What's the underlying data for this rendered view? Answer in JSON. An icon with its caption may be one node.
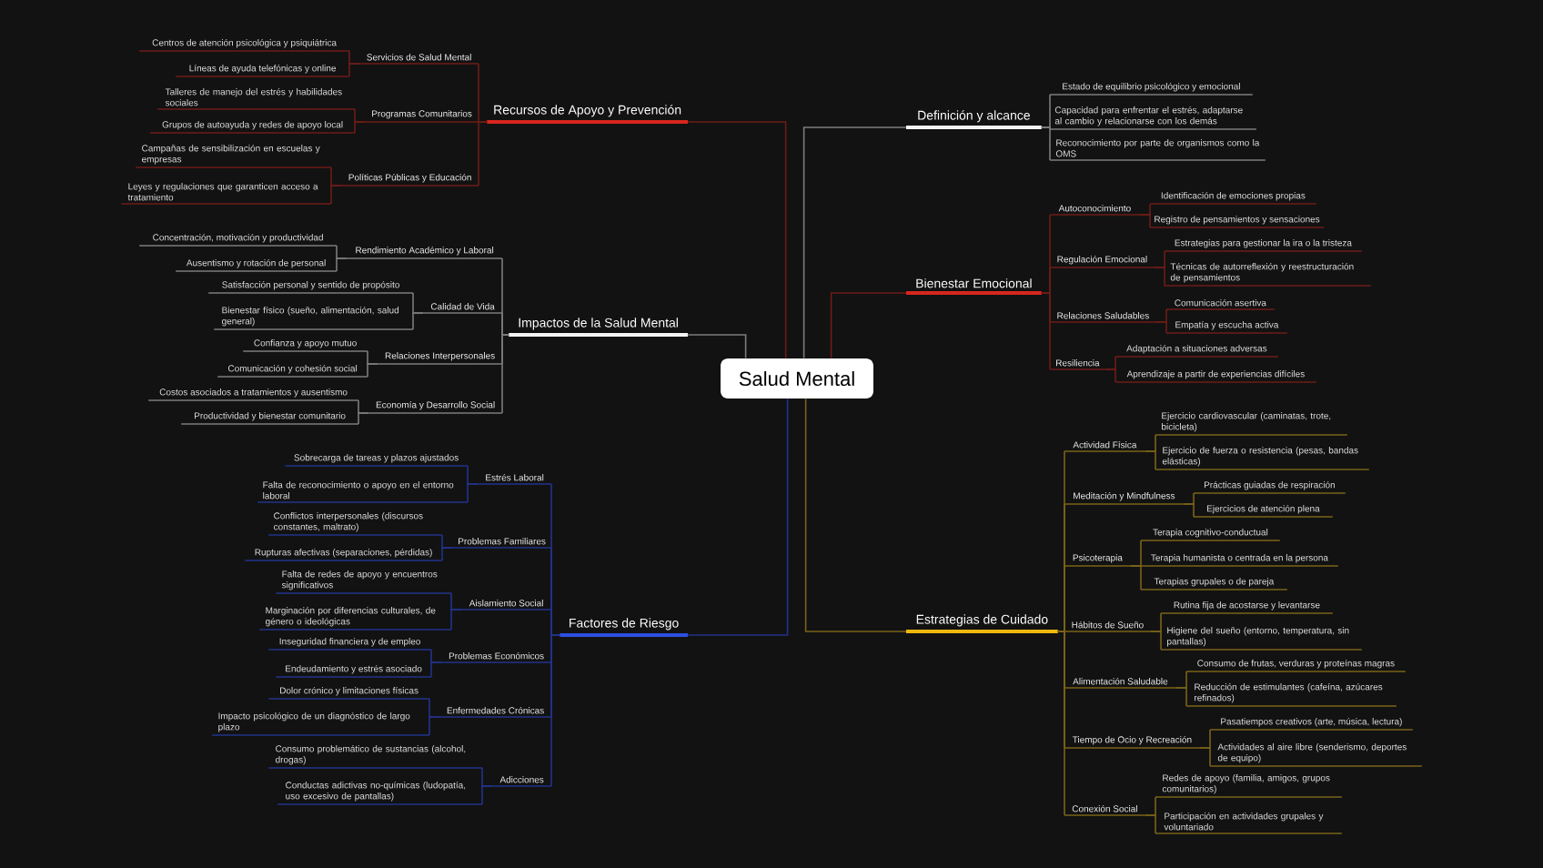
{
  "diagram": {
    "nodes": [
      {
        "text": [
          "Salud Mental"
        ]
      },
      {
        "text": [
          "Recursos de Apoyo y Prevención"
        ]
      },
      {
        "text": [
          "Servicios de Salud Mental"
        ]
      },
      {
        "text": [
          "Centros de atención psicológica y psiquiátrica"
        ]
      },
      {
        "text": [
          "Líneas de ayuda telefónicas y online"
        ]
      },
      {
        "text": [
          "Programas Comunitarios"
        ]
      },
      {
        "text": [
          "Talleres de manejo del estrés y habilidades sociales"
        ]
      },
      {
        "text": [
          "Grupos de autoayuda y redes de apoyo local"
        ]
      },
      {
        "text": [
          "Políticas Públicas y Educación"
        ]
      },
      {
        "text": [
          "Campañas de sensibilización en escuelas y empresas"
        ]
      },
      {
        "text": [
          "Leyes y regulaciones que garanticen acceso a tratamiento"
        ]
      },
      {
        "text": [
          "Impactos de la Salud Mental"
        ]
      },
      {
        "text": [
          "Rendimiento Académico y Laboral"
        ]
      },
      {
        "text": [
          "Concentración, motivación y productividad"
        ]
      },
      {
        "text": [
          "Ausentismo y rotación de personal"
        ]
      },
      {
        "text": [
          "Calidad de Vida"
        ]
      },
      {
        "text": [
          "Satisfacción personal y sentido de propósito"
        ]
      },
      {
        "text": [
          "Bienestar físico (sueño, alimentación, salud general)"
        ]
      },
      {
        "text": [
          "Relaciones Interpersonales"
        ]
      },
      {
        "text": [
          "Confianza y apoyo mutuo"
        ]
      },
      {
        "text": [
          "Comunicación y cohesión social"
        ]
      },
      {
        "text": [
          "Economía y Desarrollo Social"
        ]
      },
      {
        "text": [
          "Costos asociados a tratamientos y ausentismo"
        ]
      },
      {
        "text": [
          "Productividad y bienestar comunitario"
        ]
      },
      {
        "text": [
          "Factores de Riesgo"
        ]
      },
      {
        "text": [
          "Estrés Laboral"
        ]
      },
      {
        "text": [
          "Sobrecarga de tareas y plazos ajustados"
        ]
      },
      {
        "text": [
          "Falta de reconocimiento o apoyo en el entorno laboral"
        ]
      },
      {
        "text": [
          "Problemas Familiares"
        ]
      },
      {
        "text": [
          "Conflictos interpersonales (discursos constantes, maltrato)"
        ]
      },
      {
        "text": [
          "Rupturas afectivas (separaciones, pérdidas)"
        ]
      },
      {
        "text": [
          "Aislamiento Social"
        ]
      },
      {
        "text": [
          "Falta de redes de apoyo y encuentros significativos"
        ]
      },
      {
        "text": [
          "Marginación por diferencias culturales, de género o ideológicas"
        ]
      },
      {
        "text": [
          "Problemas Económicos"
        ]
      },
      {
        "text": [
          "Inseguridad financiera y de empleo"
        ]
      },
      {
        "text": [
          "Endeudamiento y estrés asociado"
        ]
      },
      {
        "text": [
          "Enfermedades Crónicas"
        ]
      },
      {
        "text": [
          "Dolor crónico y limitaciones físicas"
        ]
      },
      {
        "text": [
          "Impacto psicológico de un diagnóstico de largo plazo"
        ]
      },
      {
        "text": [
          "Adicciones"
        ]
      },
      {
        "text": [
          "Consumo problemático de sustancias (alcohol, drogas)"
        ]
      },
      {
        "text": [
          "Conductas adictivas no-químicas (ludopatía, uso excesivo de pantallas)"
        ]
      },
      {
        "text": [
          "Definición y alcance"
        ]
      },
      {
        "text": [
          "Estado de equilibrio psicológico y emocional"
        ]
      },
      {
        "text": [
          "Capacidad para enfrentar el estrés, adaptarse al cambio y relacionarse con los demás"
        ]
      },
      {
        "text": [
          "Reconocimiento por parte de organismos como la OMS"
        ]
      },
      {
        "text": [
          "Bienestar Emocional"
        ]
      },
      {
        "text": [
          "Autoconocimiento"
        ]
      },
      {
        "text": [
          "Identificación de emociones propias"
        ]
      },
      {
        "text": [
          "Registro de pensamientos y sensaciones"
        ]
      },
      {
        "text": [
          "Regulación Emocional"
        ]
      },
      {
        "text": [
          "Estrategias para gestionar la ira o la tristeza"
        ]
      },
      {
        "text": [
          "Técnicas de autorreflexión y reestructuración de pensamientos"
        ]
      },
      {
        "text": [
          "Relaciones Saludables"
        ]
      },
      {
        "text": [
          "Comunicación asertiva"
        ]
      },
      {
        "text": [
          "Empatía y escucha activa"
        ]
      },
      {
        "text": [
          "Resiliencia"
        ]
      },
      {
        "text": [
          "Adaptación a situaciones adversas"
        ]
      },
      {
        "text": [
          "Aprendizaje a partir de experiencias difíciles"
        ]
      },
      {
        "text": [
          "Estrategias de Cuidado"
        ]
      },
      {
        "text": [
          "Actividad Física"
        ]
      },
      {
        "text": [
          "Ejercicio cardiovascular (caminatas, trote, bicicleta)"
        ]
      },
      {
        "text": [
          "Ejercicio de fuerza o resistencia (pesas, bandas elásticas)"
        ]
      },
      {
        "text": [
          "Meditación y Mindfulness"
        ]
      },
      {
        "text": [
          "Prácticas guiadas de respiración"
        ]
      },
      {
        "text": [
          "Ejercicios de atención plena"
        ]
      },
      {
        "text": [
          "Psicoterapia"
        ]
      },
      {
        "text": [
          "Terapia cognitivo-conductual"
        ]
      },
      {
        "text": [
          "Terapia humanista o centrada en la persona"
        ]
      },
      {
        "text": [
          "Terapias grupales o de pareja"
        ]
      },
      {
        "text": [
          "Hábitos de Sueño"
        ]
      },
      {
        "text": [
          "Rutina fija de acostarse y levantarse"
        ]
      },
      {
        "text": [
          "Higiene del sueño (entorno, temperatura, sin pantallas)"
        ]
      },
      {
        "text": [
          "Alimentación Saludable"
        ]
      },
      {
        "text": [
          "Consumo de frutas, verduras y proteínas magras"
        ]
      },
      {
        "text": [
          "Reducción de estimulantes (cafeína, azúcares refinados)"
        ]
      },
      {
        "text": [
          "Tiempo de Ocio y Recreación"
        ]
      },
      {
        "text": [
          "Pasatiempos creativos (arte, música, lectura)"
        ]
      },
      {
        "text": [
          "Actividades al aire libre (senderismo, deportes de equipo)"
        ]
      },
      {
        "text": [
          "Conexión Social"
        ]
      },
      {
        "text": [
          "Redes de apoyo (familia, amigos, grupos comunitarios)"
        ]
      },
      {
        "text": [
          "Participación en actividades grupales y voluntariado"
        ]
      }
    ],
    "edges": [
      {
        "from": 0,
        "to": 1,
        "arrow": "none",
        "color": "#6e1c18"
      },
      {
        "from": 0,
        "to": 11,
        "arrow": "none",
        "color": "#7c7c7c"
      },
      {
        "from": 0,
        "to": 24,
        "arrow": "none",
        "color": "#22338c"
      },
      {
        "from": 0,
        "to": 43,
        "arrow": "none",
        "color": "#7c7c7c"
      },
      {
        "from": 0,
        "to": 47,
        "arrow": "none",
        "color": "#6e1c18"
      },
      {
        "from": 0,
        "to": 60,
        "arrow": "none",
        "color": "#7a6318"
      },
      {
        "from": 1,
        "to": 2,
        "arrow": "none",
        "color": "#6e1c18"
      },
      {
        "from": 2,
        "to": 3,
        "arrow": "none",
        "color": "#6e1c18"
      },
      {
        "from": 2,
        "to": 4,
        "arrow": "none",
        "color": "#6e1c18"
      },
      {
        "from": 1,
        "to": 5,
        "arrow": "none",
        "color": "#6e1c18"
      },
      {
        "from": 5,
        "to": 6,
        "arrow": "none",
        "color": "#6e1c18"
      },
      {
        "from": 5,
        "to": 7,
        "arrow": "none",
        "color": "#6e1c18"
      },
      {
        "from": 1,
        "to": 8,
        "arrow": "none",
        "color": "#6e1c18"
      },
      {
        "from": 8,
        "to": 9,
        "arrow": "none",
        "color": "#6e1c18"
      },
      {
        "from": 8,
        "to": 10,
        "arrow": "none",
        "color": "#6e1c18"
      },
      {
        "from": 11,
        "to": 12,
        "arrow": "none",
        "color": "#7c7c7c"
      },
      {
        "from": 12,
        "to": 13,
        "arrow": "none",
        "color": "#7c7c7c"
      },
      {
        "from": 12,
        "to": 14,
        "arrow": "none",
        "color": "#7c7c7c"
      },
      {
        "from": 11,
        "to": 15,
        "arrow": "none",
        "color": "#7c7c7c"
      },
      {
        "from": 15,
        "to": 16,
        "arrow": "none",
        "color": "#7c7c7c"
      },
      {
        "from": 15,
        "to": 17,
        "arrow": "none",
        "color": "#7c7c7c"
      },
      {
        "from": 11,
        "to": 18,
        "arrow": "none",
        "color": "#7c7c7c"
      },
      {
        "from": 18,
        "to": 19,
        "arrow": "none",
        "color": "#7c7c7c"
      },
      {
        "from": 18,
        "to": 20,
        "arrow": "none",
        "color": "#7c7c7c"
      },
      {
        "from": 11,
        "to": 21,
        "arrow": "none",
        "color": "#7c7c7c"
      },
      {
        "from": 21,
        "to": 22,
        "arrow": "none",
        "color": "#7c7c7c"
      },
      {
        "from": 21,
        "to": 23,
        "arrow": "none",
        "color": "#7c7c7c"
      },
      {
        "from": 24,
        "to": 25,
        "arrow": "none",
        "color": "#22338c"
      },
      {
        "from": 25,
        "to": 26,
        "arrow": "none",
        "color": "#22338c"
      },
      {
        "from": 25,
        "to": 27,
        "arrow": "none",
        "color": "#22338c"
      },
      {
        "from": 24,
        "to": 28,
        "arrow": "none",
        "color": "#22338c"
      },
      {
        "from": 28,
        "to": 29,
        "arrow": "none",
        "color": "#22338c"
      },
      {
        "from": 28,
        "to": 30,
        "arrow": "none",
        "color": "#22338c"
      },
      {
        "from": 24,
        "to": 31,
        "arrow": "none",
        "color": "#22338c"
      },
      {
        "from": 31,
        "to": 32,
        "arrow": "none",
        "color": "#22338c"
      },
      {
        "from": 31,
        "to": 33,
        "arrow": "none",
        "color": "#22338c"
      },
      {
        "from": 24,
        "to": 34,
        "arrow": "none",
        "color": "#22338c"
      },
      {
        "from": 34,
        "to": 35,
        "arrow": "none",
        "color": "#22338c"
      },
      {
        "from": 34,
        "to": 36,
        "arrow": "none",
        "color": "#22338c"
      },
      {
        "from": 24,
        "to": 37,
        "arrow": "none",
        "color": "#22338c"
      },
      {
        "from": 37,
        "to": 38,
        "arrow": "none",
        "color": "#22338c"
      },
      {
        "from": 37,
        "to": 39,
        "arrow": "none",
        "color": "#22338c"
      },
      {
        "from": 24,
        "to": 40,
        "arrow": "none",
        "color": "#22338c"
      },
      {
        "from": 40,
        "to": 41,
        "arrow": "none",
        "color": "#22338c"
      },
      {
        "from": 40,
        "to": 42,
        "arrow": "none",
        "color": "#22338c"
      },
      {
        "from": 43,
        "to": 44,
        "arrow": "none",
        "color": "#7c7c7c"
      },
      {
        "from": 43,
        "to": 45,
        "arrow": "none",
        "color": "#7c7c7c"
      },
      {
        "from": 43,
        "to": 46,
        "arrow": "none",
        "color": "#7c7c7c"
      },
      {
        "from": 47,
        "to": 48,
        "arrow": "none",
        "color": "#6e1c18"
      },
      {
        "from": 48,
        "to": 49,
        "arrow": "none",
        "color": "#6e1c18"
      },
      {
        "from": 48,
        "to": 50,
        "arrow": "none",
        "color": "#6e1c18"
      },
      {
        "from": 47,
        "to": 51,
        "arrow": "none",
        "color": "#6e1c18"
      },
      {
        "from": 51,
        "to": 52,
        "arrow": "none",
        "color": "#6e1c18"
      },
      {
        "from": 51,
        "to": 53,
        "arrow": "none",
        "color": "#6e1c18"
      },
      {
        "from": 47,
        "to": 54,
        "arrow": "none",
        "color": "#6e1c18"
      },
      {
        "from": 54,
        "to": 55,
        "arrow": "none",
        "color": "#6e1c18"
      },
      {
        "from": 54,
        "to": 56,
        "arrow": "none",
        "color": "#6e1c18"
      },
      {
        "from": 47,
        "to": 57,
        "arrow": "none",
        "color": "#6e1c18"
      },
      {
        "from": 57,
        "to": 58,
        "arrow": "none",
        "color": "#6e1c18"
      },
      {
        "from": 57,
        "to": 59,
        "arrow": "none",
        "color": "#6e1c18"
      },
      {
        "from": 60,
        "to": 61,
        "arrow": "none",
        "color": "#7a6318"
      },
      {
        "from": 61,
        "to": 62,
        "arrow": "none",
        "color": "#7a6318"
      },
      {
        "from": 61,
        "to": 63,
        "arrow": "none",
        "color": "#7a6318"
      },
      {
        "from": 60,
        "to": 64,
        "arrow": "none",
        "color": "#7a6318"
      },
      {
        "from": 64,
        "to": 65,
        "arrow": "none",
        "color": "#7a6318"
      },
      {
        "from": 64,
        "to": 66,
        "arrow": "none",
        "color": "#7a6318"
      },
      {
        "from": 60,
        "to": 67,
        "arrow": "none",
        "color": "#7a6318"
      },
      {
        "from": 67,
        "to": 68,
        "arrow": "none",
        "color": "#7a6318"
      },
      {
        "from": 67,
        "to": 69,
        "arrow": "none",
        "color": "#7a6318"
      },
      {
        "from": 67,
        "to": 70,
        "arrow": "none",
        "color": "#7a6318"
      },
      {
        "from": 60,
        "to": 71,
        "arrow": "none",
        "color": "#7a6318"
      },
      {
        "from": 71,
        "to": 72,
        "arrow": "none",
        "color": "#7a6318"
      },
      {
        "from": 71,
        "to": 73,
        "arrow": "none",
        "color": "#7a6318"
      },
      {
        "from": 60,
        "to": 74,
        "arrow": "none",
        "color": "#7a6318"
      },
      {
        "from": 74,
        "to": 75,
        "arrow": "none",
        "color": "#7a6318"
      },
      {
        "from": 74,
        "to": 76,
        "arrow": "none",
        "color": "#7a6318"
      },
      {
        "from": 60,
        "to": 77,
        "arrow": "none",
        "color": "#7a6318"
      },
      {
        "from": 77,
        "to": 78,
        "arrow": "none",
        "color": "#7a6318"
      },
      {
        "from": 77,
        "to": 79,
        "arrow": "none",
        "color": "#7a6318"
      },
      {
        "from": 60,
        "to": 80,
        "arrow": "none",
        "color": "#7a6318"
      },
      {
        "from": 80,
        "to": 81,
        "arrow": "none",
        "color": "#7a6318"
      },
      {
        "from": 80,
        "to": 82,
        "arrow": "none",
        "color": "#7a6318"
      }
    ]
  }
}
